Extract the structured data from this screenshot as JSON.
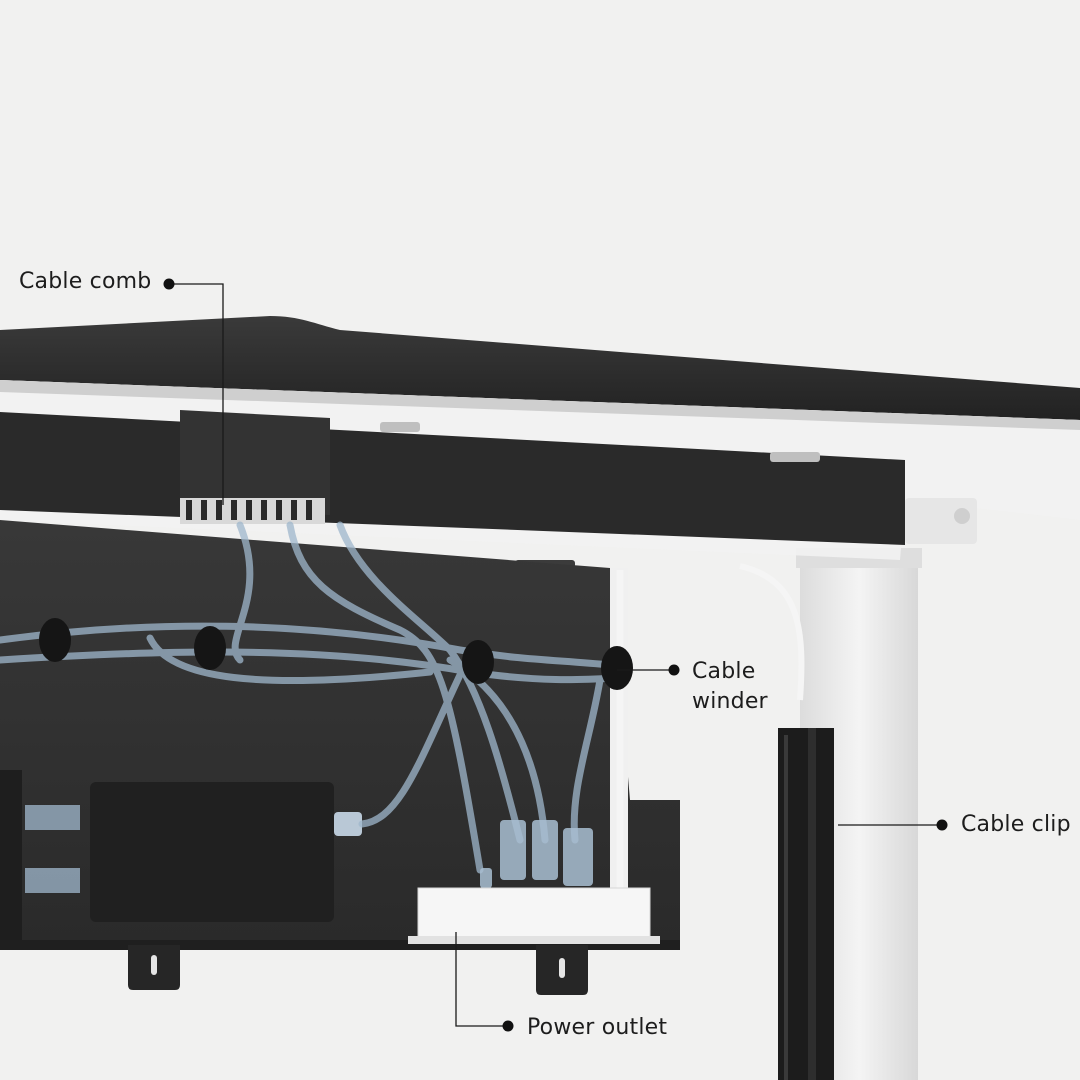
{
  "callouts": {
    "cable_comb": "Cable comb",
    "cable_winder_line1": "Cable",
    "cable_winder_line2": "winder",
    "cable_clip": "Cable clip",
    "power_outlet": "Power outlet"
  },
  "colors": {
    "background": "#f1f1f0",
    "desktop": "#2b2b2b",
    "tray": "#2f2f2f",
    "leg": "#e9e9e9",
    "cable": "#9fb7cc",
    "callout_line": "#1a1a1a"
  }
}
